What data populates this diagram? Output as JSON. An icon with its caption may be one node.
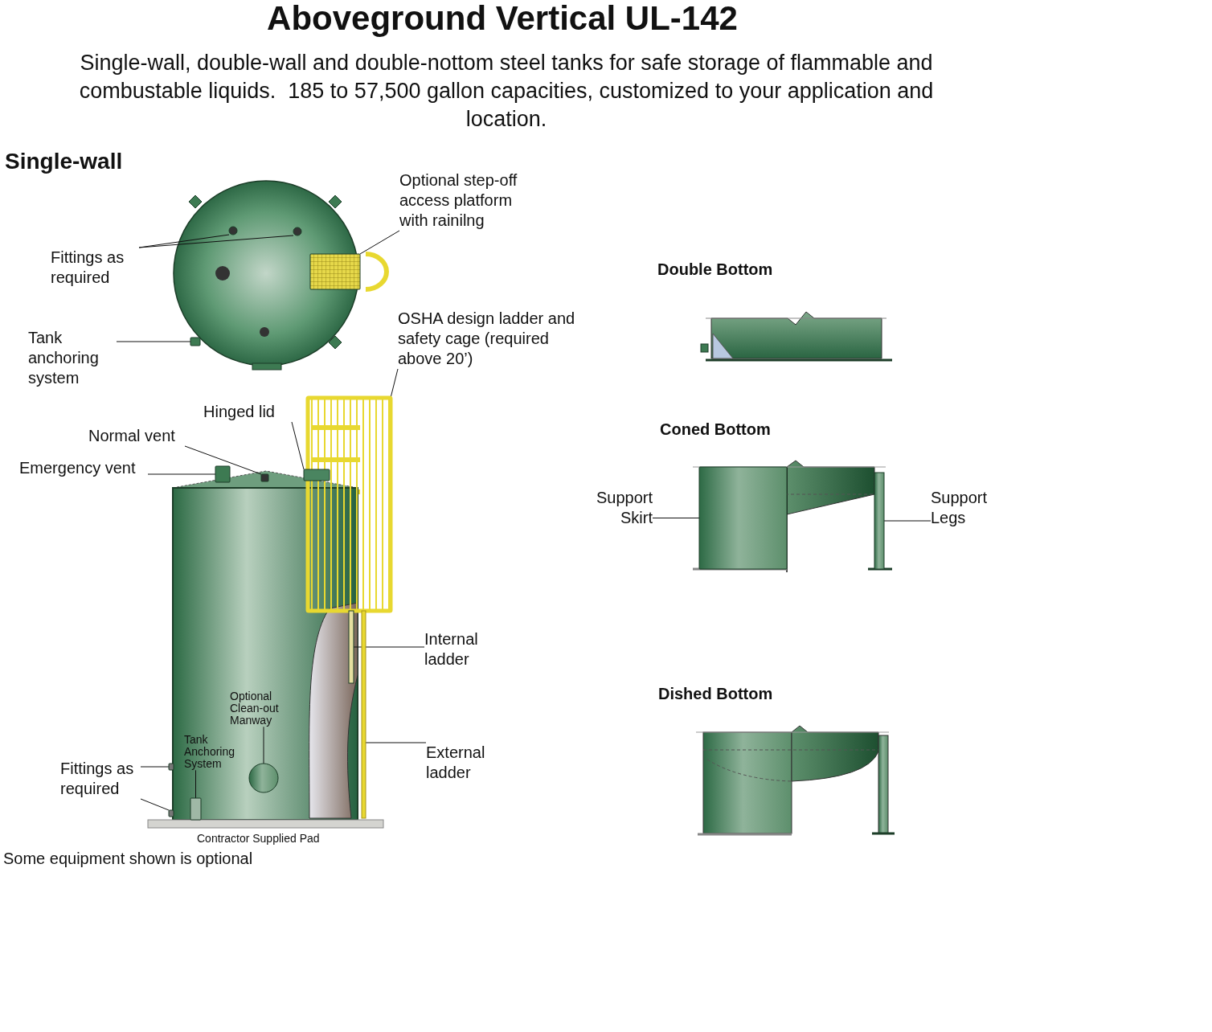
{
  "diagram": {
    "title": "Aboveground Vertical UL-142",
    "nodes": [
      {
        "text": [
          "Fittings as required"
        ]
      },
      {
        "text": [],
        "shape": "circle"
      },
      {
        "text": [],
        "shape": "circle"
      },
      {
        "text": [
          "Optional step-off access platform with rainilng"
        ]
      },
      {
        "text": [],
        "shape": "box"
      },
      {
        "text": [
          "Tank anchoring system"
        ]
      },
      {
        "text": [],
        "shape": "box"
      },
      {
        "text": [
          "OSHA design ladder and safety cage (required above 20’)"
        ]
      },
      {
        "text": [],
        "shape": "box"
      },
      {
        "text": [
          "Hinged lid"
        ]
      },
      {
        "text": [],
        "shape": "box"
      },
      {
        "text": [
          "Normal vent"
        ]
      },
      {
        "text": [],
        "shape": "box"
      },
      {
        "text": [
          "Emergency vent"
        ]
      },
      {
        "text": [],
        "shape": "box"
      },
      {
        "text": [
          "Internal ladder"
        ]
      },
      {
        "text": [],
        "shape": "bar"
      },
      {
        "text": [
          "External ladder"
        ]
      },
      {
        "text": [],
        "shape": "bar"
      },
      {
        "text": [
          "Optional Clean-out Manway"
        ]
      },
      {
        "text": [],
        "shape": "circle"
      },
      {
        "text": [
          "Tank Anchoring System"
        ]
      },
      {
        "text": [],
        "shape": "box"
      },
      {
        "text": [
          "Fittings as required"
        ]
      },
      {
        "text": [],
        "shape": "box"
      },
      {
        "text": [],
        "shape": "box"
      },
      {
        "text": [
          "Support Skirt"
        ]
      },
      {
        "text": [],
        "shape": "box"
      },
      {
        "text": [
          "Support Legs"
        ]
      },
      {
        "text": [],
        "shape": "bar"
      }
    ],
    "edges": [
      {
        "from": 0,
        "to": 1,
        "arrow": "none"
      },
      {
        "from": 0,
        "to": 2,
        "arrow": "none"
      },
      {
        "from": 3,
        "to": 4,
        "arrow": "none"
      },
      {
        "from": 5,
        "to": 6,
        "arrow": "none"
      },
      {
        "from": 7,
        "to": 8,
        "arrow": "none"
      },
      {
        "from": 9,
        "to": 10,
        "arrow": "none"
      },
      {
        "from": 11,
        "to": 12,
        "arrow": "none"
      },
      {
        "from": 13,
        "to": 14,
        "arrow": "none"
      },
      {
        "from": 15,
        "to": 16,
        "arrow": "none"
      },
      {
        "from": 17,
        "to": 18,
        "arrow": "none"
      },
      {
        "from": 19,
        "to": 20,
        "arrow": "none"
      },
      {
        "from": 21,
        "to": 22,
        "arrow": "none"
      },
      {
        "from": 23,
        "to": 24,
        "arrow": "none"
      },
      {
        "from": 23,
        "to": 25,
        "arrow": "none"
      },
      {
        "from": 26,
        "to": 27,
        "arrow": "none"
      },
      {
        "from": 28,
        "to": 29,
        "arrow": "none"
      }
    ],
    "labels": [
      "Single-wall, double-wall and double-nottom steel tanks for safe storage of flammable and combustable liquids.  185 to 57,500 gallon capacities, customized to your application and location.",
      "Single-wall",
      "Double Bottom",
      "Coned Bottom",
      "Dished Bottom",
      "Contractor Supplied Pad",
      "Some equipment shown is optional"
    ]
  }
}
